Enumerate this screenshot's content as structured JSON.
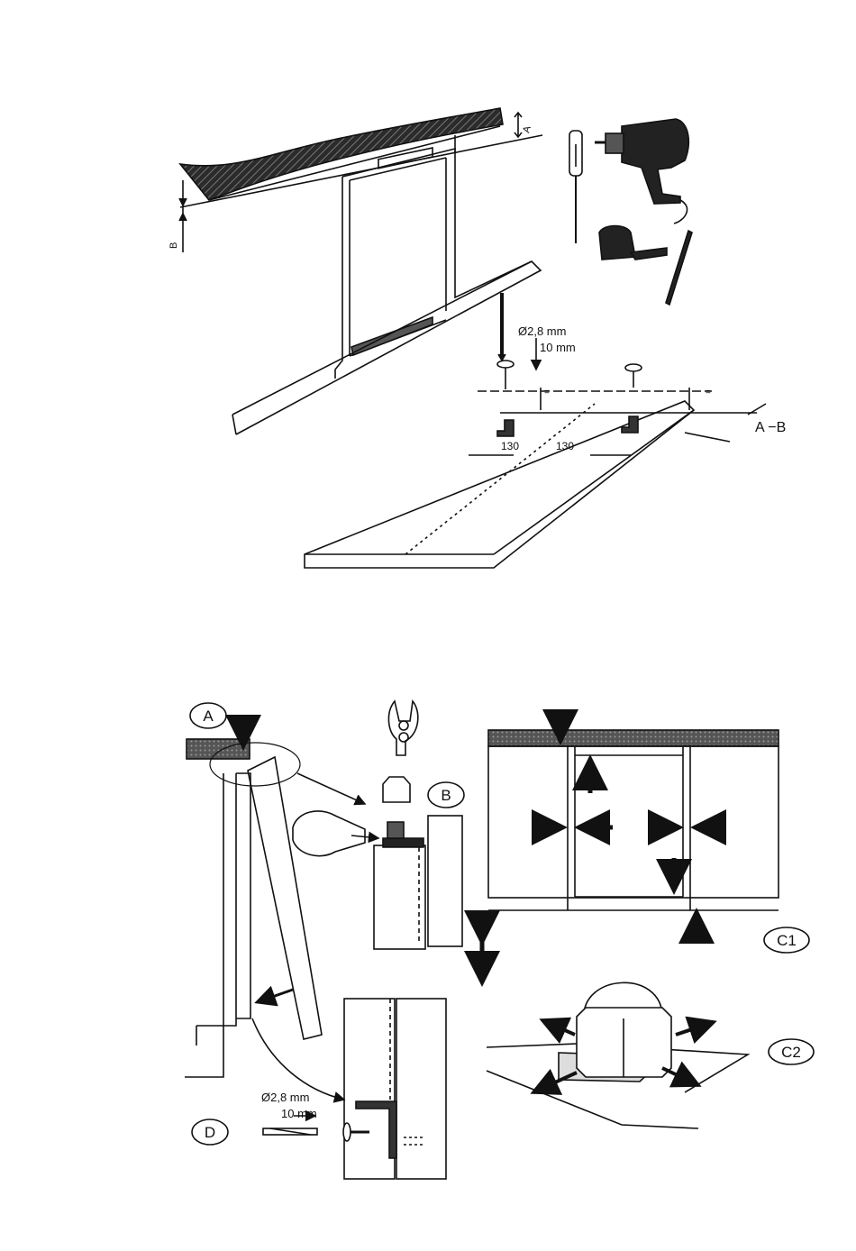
{
  "top_figure": {
    "dim_a": "A",
    "dim_b": "B",
    "drill_diameter": "Ø2,8 mm",
    "drill_depth": "10 mm",
    "offset_label": "A −B",
    "spacing_left": "130",
    "spacing_right": "130",
    "equal_mark_left": "=",
    "equal_mark_right": "="
  },
  "bottom_figure": {
    "step_a": "A",
    "step_b": "B",
    "step_c1": "C1",
    "step_c2": "C2",
    "step_d": "D",
    "drill_diameter": "Ø2,8 mm",
    "drill_depth": "10 mm",
    "equal_mark_left": "=",
    "equal_mark_right": "="
  },
  "colors": {
    "ink": "#111111",
    "hatch": "#3a3a3a",
    "background": "#ffffff"
  }
}
